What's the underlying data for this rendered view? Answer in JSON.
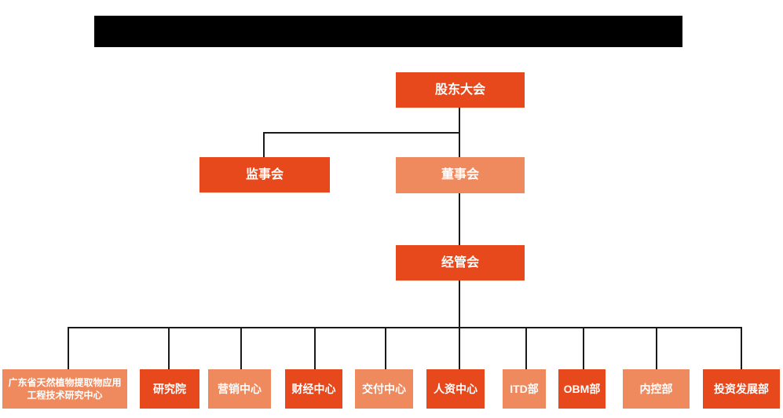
{
  "colors": {
    "primary": "#E8491C",
    "secondary": "#EF8A5F",
    "connector": "#1a1a1a",
    "redaction": "#000000",
    "background": "#FFFFFF"
  },
  "header": {
    "title_redacted": true
  },
  "org": {
    "root": {
      "label": "股东大会",
      "variant": "primary"
    },
    "supervisors": {
      "label": "监事会",
      "variant": "primary"
    },
    "directors": {
      "label": "董事会",
      "variant": "secondary"
    },
    "management": {
      "label": "经管会",
      "variant": "primary"
    },
    "departments": [
      {
        "label": "广东省天然植物提取物应用工程技术研究中心",
        "variant": "secondary"
      },
      {
        "label": "研究院",
        "variant": "primary"
      },
      {
        "label": "营销中心",
        "variant": "secondary"
      },
      {
        "label": "财经中心",
        "variant": "primary"
      },
      {
        "label": "交付中心",
        "variant": "secondary"
      },
      {
        "label": "人资中心",
        "variant": "primary"
      },
      {
        "label": "ITD部",
        "variant": "secondary"
      },
      {
        "label": "OBM部",
        "variant": "primary"
      },
      {
        "label": "内控部",
        "variant": "secondary"
      },
      {
        "label": "投资发展部",
        "variant": "primary"
      }
    ]
  }
}
